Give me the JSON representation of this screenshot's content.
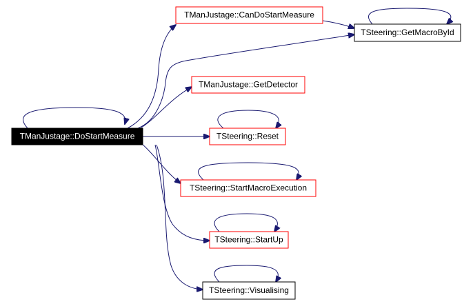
{
  "diagram": {
    "colors": {
      "edge": "#191970",
      "highlight_fill": "#000000",
      "highlight_text": "#ffffff",
      "node_fill": "#ffffff",
      "node_text": "#000000",
      "border_red": "#ff0000",
      "border_black": "#000000"
    },
    "nodes": {
      "do_start_measure": "TManJustage::DoStartMeasure",
      "can_do_start_measure": "TManJustage::CanDoStartMeasure",
      "get_macro_by_id": "TSteering::GetMacroById",
      "get_detector": "TManJustage::GetDetector",
      "reset": "TSteering::Reset",
      "start_macro_execution": "TSteering::StartMacroExecution",
      "start_up": "TSteering::StartUp",
      "visualising": "TSteering::Visualising"
    }
  }
}
